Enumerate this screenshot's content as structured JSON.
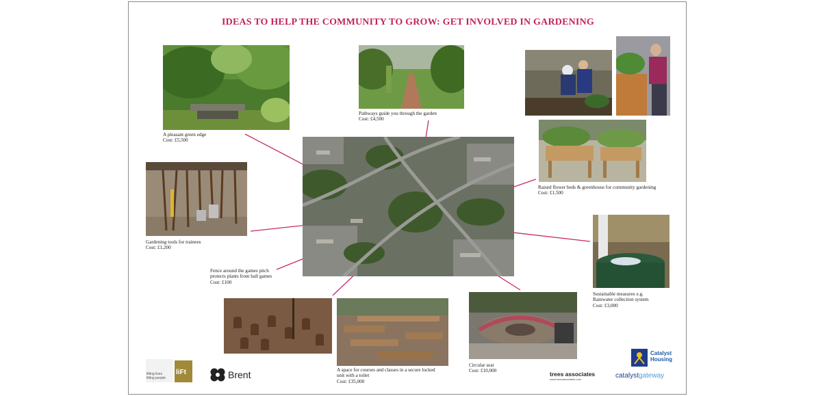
{
  "title": "IDEAS TO HELP THE COMMUNITY TO GROW: GET INVOLVED IN GARDENING",
  "colors": {
    "accent": "#c0245e",
    "line": "#c8286a"
  },
  "items": [
    {
      "text": "A pleasant green edge",
      "cost": "Cost: £5,500"
    },
    {
      "text": "Pathways guide you through the garden",
      "cost": "Cost: £4,500"
    },
    {
      "text": "Raised flower beds & greenhouse for community gardening",
      "cost": "Cost: £1,500"
    },
    {
      "text": "Gardening tools for trainees",
      "cost": "Cost: £1,200"
    },
    {
      "line1": "Fence around the games pitch",
      "line2": "protects plants from ball games",
      "cost": "Cost: £100"
    },
    {
      "line1": "Sustainable measures e.g.",
      "line2": "Rainwater collection system",
      "cost": "Cost: £3,000"
    },
    {
      "line1": "A space for courses and classes in a secure locked",
      "line2": "unit with a toilet",
      "cost": "Cost: £35,000"
    },
    {
      "text": "Circular seat",
      "cost": "Cost: £10,000"
    }
  ],
  "logos": {
    "lift_small": "lifting lives",
    "lift_small2": "lifting people",
    "lift_mark": "liFt",
    "brent": "Brent",
    "trees": "trees associates",
    "trees_url": "www.treesassociates.com",
    "catalyst1": "Catalyst",
    "catalyst2": "Housing",
    "catalyst_gateway_a": "catalyst",
    "catalyst_gateway_b": "gateway"
  }
}
